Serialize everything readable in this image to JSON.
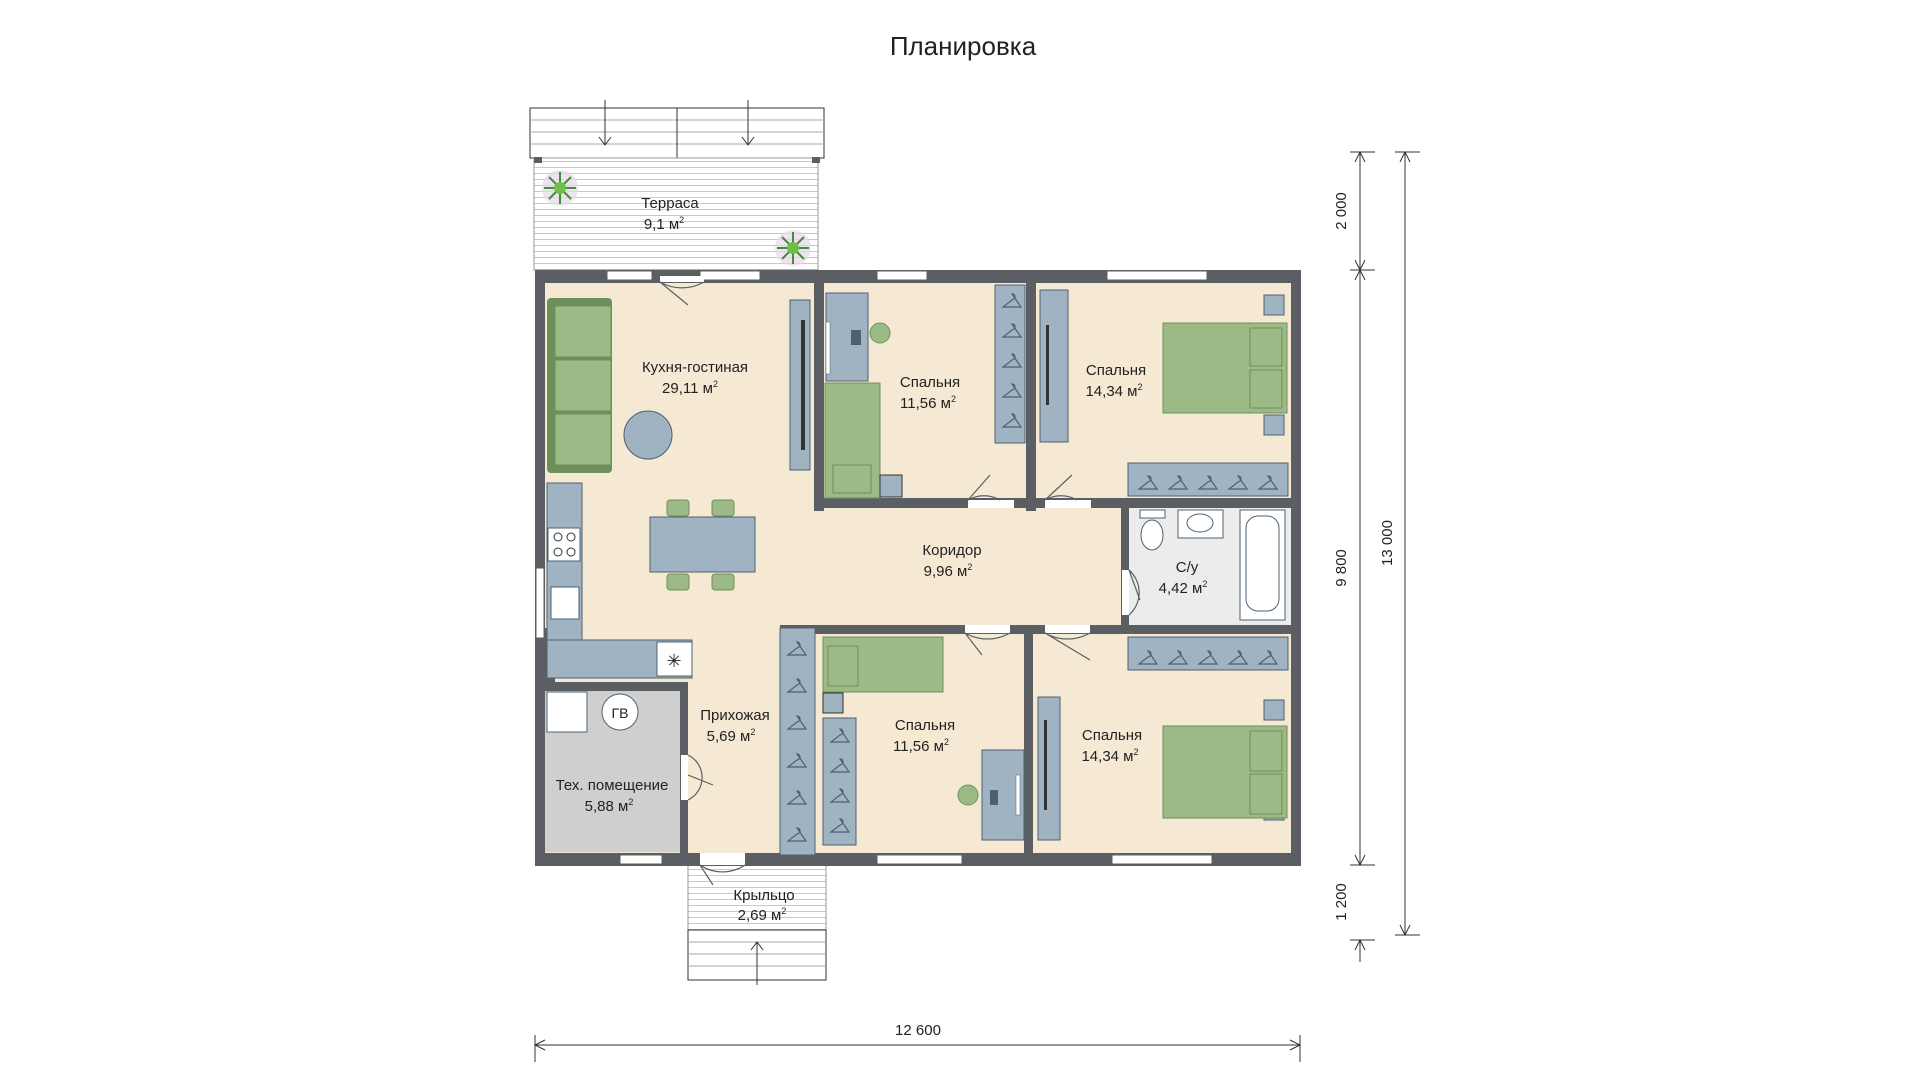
{
  "page": {
    "title": "Планировка"
  },
  "rooms": {
    "terrace": {
      "name": "Терраса",
      "area": "9,1 м",
      "sup": "2"
    },
    "kitchen": {
      "name": "Кухня-гостиная",
      "area": "29,11 м",
      "sup": "2"
    },
    "bed1": {
      "name": "Спальня",
      "area": "11,56 м",
      "sup": "2"
    },
    "bed2": {
      "name": "Спальня",
      "area": "14,34 м",
      "sup": "2"
    },
    "corridor": {
      "name": "Коридор",
      "area": "9,96 м",
      "sup": "2"
    },
    "bath": {
      "name": "С/у",
      "area": "4,42 м",
      "sup": "2"
    },
    "hall": {
      "name": "Прихожая",
      "area": "5,69 м",
      "sup": "2"
    },
    "bed3": {
      "name": "Спальня",
      "area": "11,56 м",
      "sup": "2"
    },
    "bed4": {
      "name": "Спальня",
      "area": "14,34 м",
      "sup": "2"
    },
    "tech": {
      "name": "Тех. помещение",
      "area": "5,88 м",
      "sup": "2"
    },
    "porch": {
      "name": "Крыльцо",
      "area": "2,69 м",
      "sup": "2"
    }
  },
  "fixtures": {
    "boiler": "ГВ",
    "fan": "✳"
  },
  "dimensions": {
    "width": "12 600",
    "terrace_depth": "2 000",
    "house_depth": "9 800",
    "porch_depth": "1 200",
    "total_depth": "13 000"
  },
  "colors": {
    "wall": "#5b5f63",
    "floor_warm": "#f6e9d3",
    "tech_floor": "#cfcfcf",
    "bath_floor": "#ececec",
    "furniture_blue": "#9fb3c2",
    "furniture_green": "#9cba85",
    "furniture_dark_green": "#6f8f5a"
  }
}
